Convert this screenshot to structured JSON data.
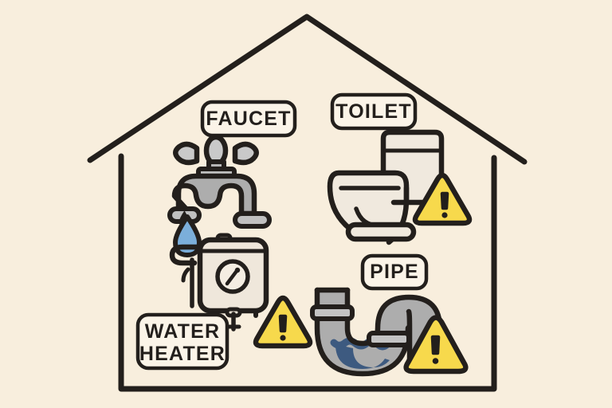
{
  "illustration": {
    "title": "Home plumbing diagram",
    "background_color": "#F8EEDD",
    "outline_color": "#231F1C"
  },
  "house": {
    "name": "house-outline",
    "roof_peak_label": "roof-peak"
  },
  "labels": [
    {
      "id": "faucet",
      "text": "FAUCET",
      "lines": [
        "FAUCET"
      ]
    },
    {
      "id": "toilet",
      "text": "TOILET",
      "lines": [
        "TOILET"
      ]
    },
    {
      "id": "pipe",
      "text": "PIPE",
      "lines": [
        "PIPE"
      ]
    },
    {
      "id": "water-heater",
      "text": "WATER HEATER",
      "lines": [
        "WATER",
        "HEATER"
      ]
    }
  ],
  "fixtures": [
    {
      "id": "faucet",
      "name": "faucet-icon",
      "label": "FAUCET",
      "body_color": "#ADADAD",
      "has_warning": false,
      "has_drip": true,
      "drip_color": "#7BAEDA"
    },
    {
      "id": "toilet",
      "name": "toilet-icon",
      "label": "TOILET",
      "body_color": "#F0E9DE",
      "has_warning": true
    },
    {
      "id": "water-heater",
      "name": "water-heater-icon",
      "label": "WATER HEATER",
      "body_color": "#EFE7DB",
      "has_warning": true,
      "gauge": "pressure-gauge"
    },
    {
      "id": "pipe",
      "name": "pipe-icon",
      "label": "PIPE",
      "body_color": "#ADADAD",
      "has_warning": true,
      "water_color": "#3D5A80"
    }
  ],
  "warnings": [
    {
      "id": "toilet-warning",
      "symbol": "!",
      "fill": "#F7D94C",
      "stroke": "#231F1C"
    },
    {
      "id": "water-heater-warning",
      "symbol": "!",
      "fill": "#F7D94C",
      "stroke": "#231F1C"
    },
    {
      "id": "pipe-warning",
      "symbol": "!",
      "fill": "#F7D94C",
      "stroke": "#231F1C"
    }
  ],
  "colors": {
    "background": "#F8EEDD",
    "outline": "#231F1C",
    "metal": "#ADADAD",
    "porcelain": "#F0E9DE",
    "warning_yellow": "#F7D94C",
    "water_blue": "#7BAEDA",
    "trap_water": "#3D5A80"
  }
}
